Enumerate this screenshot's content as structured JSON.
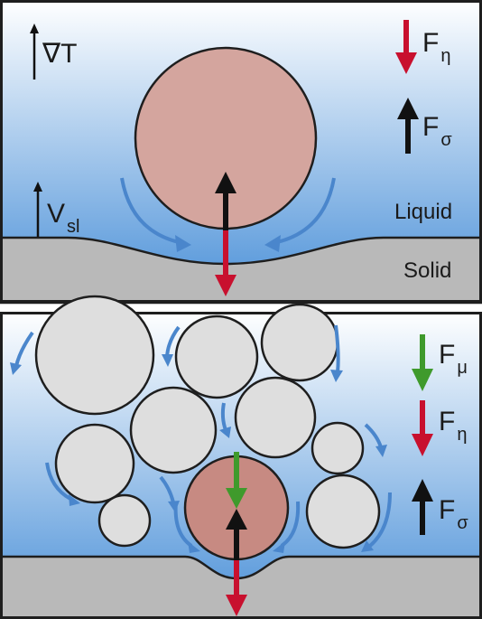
{
  "top_panel": {
    "gradient_label": "∇T",
    "velocity_label_main": "V",
    "velocity_label_sub": "sl",
    "force_viscous_main": "F",
    "force_viscous_sub": "η",
    "force_surface_main": "F",
    "force_surface_sub": "σ",
    "liquid_label": "Liquid",
    "solid_label": "Solid"
  },
  "bottom_panel": {
    "force_mu_main": "F",
    "force_mu_sub": "μ",
    "force_viscous_main": "F",
    "force_viscous_sub": "η",
    "force_surface_main": "F",
    "force_surface_sub": "σ"
  },
  "colors": {
    "liquid_top": "#ffffff",
    "liquid_bottom": "#4a90d8",
    "solid": "#b9b9b9",
    "particle_large": "#d4a59e",
    "particle_center": "#c78a82",
    "particle_gray": "#dedede",
    "arrow_red": "#c8102e",
    "arrow_green": "#3f9a2c",
    "arrow_black": "#111111",
    "flow_arrow": "#4a86cc"
  }
}
